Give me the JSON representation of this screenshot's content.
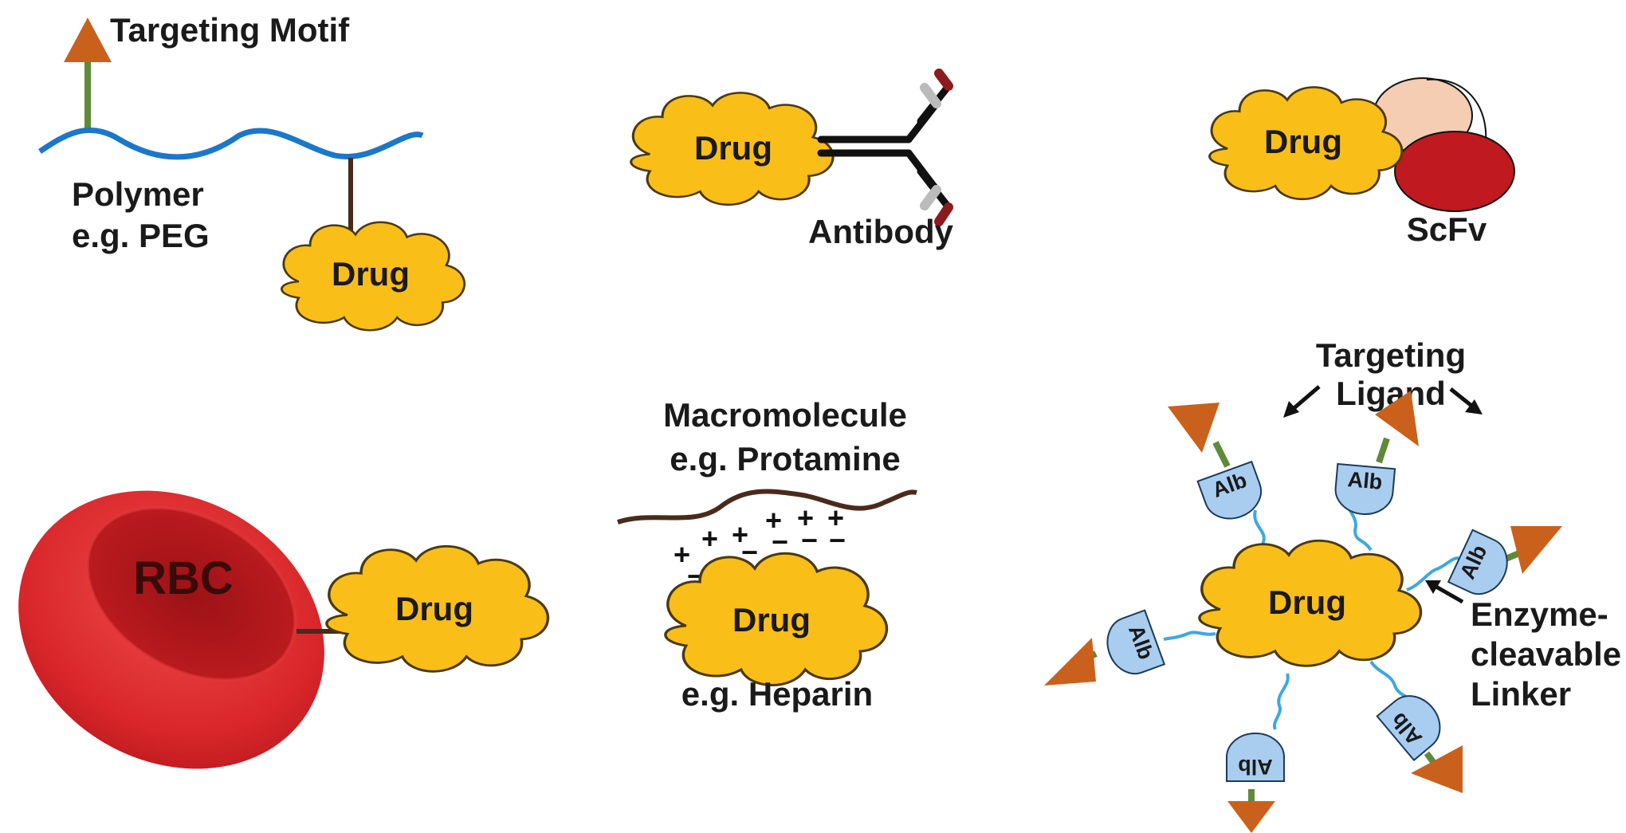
{
  "labels": {
    "targeting_motif": "Targeting Motif",
    "polymer_line1": "Polymer",
    "polymer_line2": "e.g. PEG",
    "antibody": "Antibody",
    "scfv": "ScFv",
    "rbc": "RBC",
    "macromolecule_line1": "Macromolecule",
    "macromolecule_line2": "e.g. Protamine",
    "heparin": "e.g. Heparin",
    "targeting_ligand_line1": "Targeting",
    "targeting_ligand_line2": "Ligand",
    "linker_line1": "Enzyme-",
    "linker_line2": "cleavable",
    "linker_line3": "Linker"
  },
  "drug_label": "Drug",
  "albumin_label": "Alb",
  "charges": {
    "plus": "+",
    "minus": "−"
  },
  "colors": {
    "drug_fill": "#F9BE18",
    "drug_stroke": "#4a3a10",
    "polymer": "#1b77c9",
    "ligand": "#c9611c",
    "green_link": "#5e8a3a",
    "brown": "#4a2a1a",
    "rbc_red": "#d8262a",
    "rbc_dark": "#a91619",
    "albumin": "#a9cdef",
    "linker_blue": "#3ea8e0",
    "scfv_light": "#f4cdb3",
    "scfv_dark": "#c0191f",
    "antibody_black": "#111111"
  }
}
